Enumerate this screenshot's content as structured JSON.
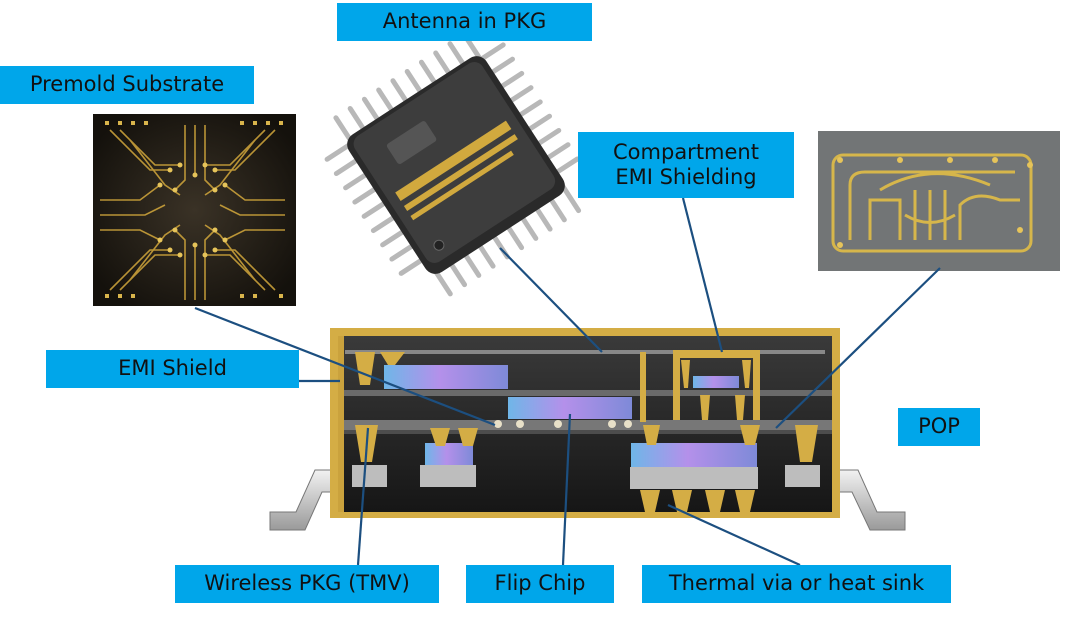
{
  "labels": {
    "antenna": "Antenna in PKG",
    "premold": "Premold Substrate",
    "compartment_line1": "Compartment",
    "compartment_line2": "EMI Shielding",
    "emi_shield": "EMI Shield",
    "pop": "POP",
    "wireless": "Wireless PKG (TMV)",
    "flip_chip": "Flip Chip",
    "thermal": "Thermal via or heat sink"
  },
  "colors": {
    "label_bg": "#00a6ea",
    "leader": "#1c4f80",
    "gold": "#d4ad45",
    "mold": "#1c1c1c",
    "die": "#8f7fd8"
  }
}
